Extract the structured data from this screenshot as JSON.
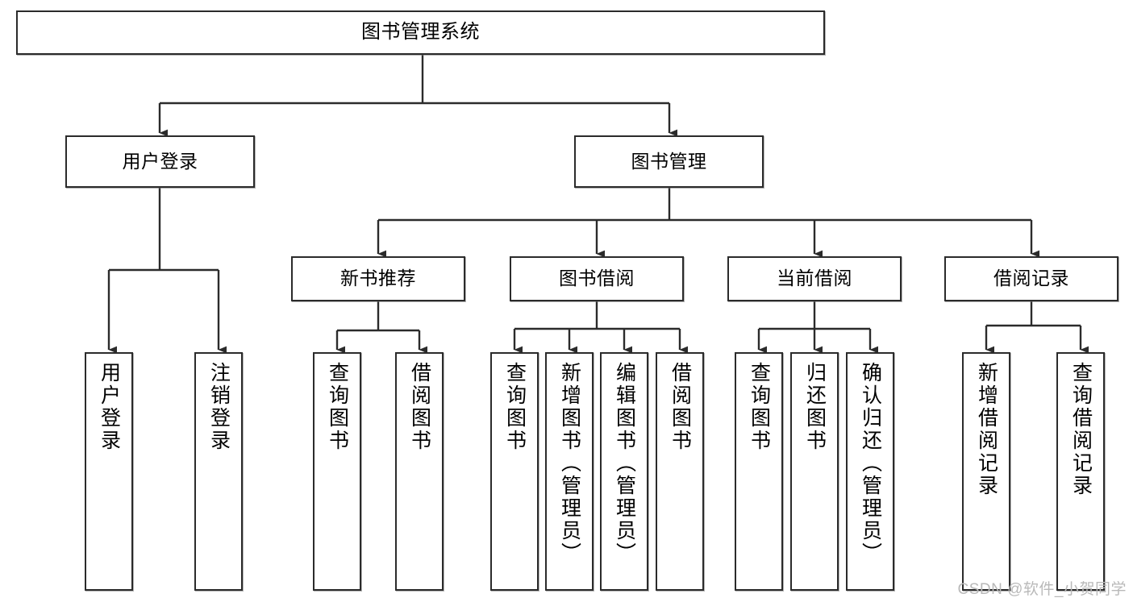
{
  "diagram": {
    "title": "图书管理系统",
    "type": "tree-hierarchy",
    "root": {
      "label": "图书管理系统"
    },
    "level2": [
      {
        "label": "用户登录"
      },
      {
        "label": "图书管理"
      }
    ],
    "level3": [
      {
        "label": "新书推荐"
      },
      {
        "label": "图书借阅"
      },
      {
        "label": "当前借阅"
      },
      {
        "label": "借阅记录"
      }
    ],
    "leaves": {
      "user_login": [
        {
          "label": "用户登录"
        },
        {
          "label": "注销登录"
        }
      ],
      "new_book_recommend": [
        {
          "label": "查询图书"
        },
        {
          "label": "借阅图书"
        }
      ],
      "book_borrow": [
        {
          "label": "查询图书"
        },
        {
          "label": "新增图书（管理员）"
        },
        {
          "label": "编辑图书（管理员）"
        },
        {
          "label": "借阅图书"
        }
      ],
      "current_borrow": [
        {
          "label": "查询图书"
        },
        {
          "label": "归还图书"
        },
        {
          "label": "确认归还（管理员）"
        }
      ],
      "borrow_record": [
        {
          "label": "新增借阅记录"
        },
        {
          "label": "查询借阅记录"
        }
      ]
    }
  },
  "watermark": {
    "text": "CSDN @软件_小贺同学"
  },
  "colors": {
    "border": "#2b2b2b",
    "background": "#ffffff",
    "text": "#000000",
    "watermark": "#b9b9b9"
  }
}
